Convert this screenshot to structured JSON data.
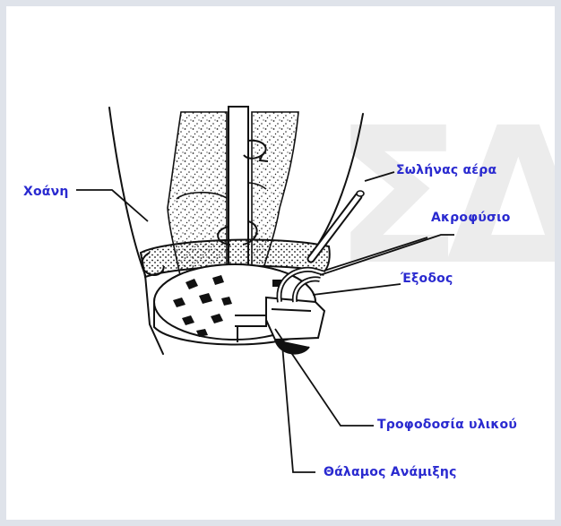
{
  "labels": {
    "funnel": "Χοάνη",
    "air_hose": "Σωλήνας αέρα",
    "nozzle": "Ακροφύσιο",
    "exit": "Έξοδος",
    "material_feed": "Τροφοδοσία υλικού",
    "mixing_chamber": "Θάλαμος Ανάμιξης"
  },
  "colors": {
    "label": "#2a2ad0",
    "line": "#111111",
    "watermark": "#ececec"
  }
}
